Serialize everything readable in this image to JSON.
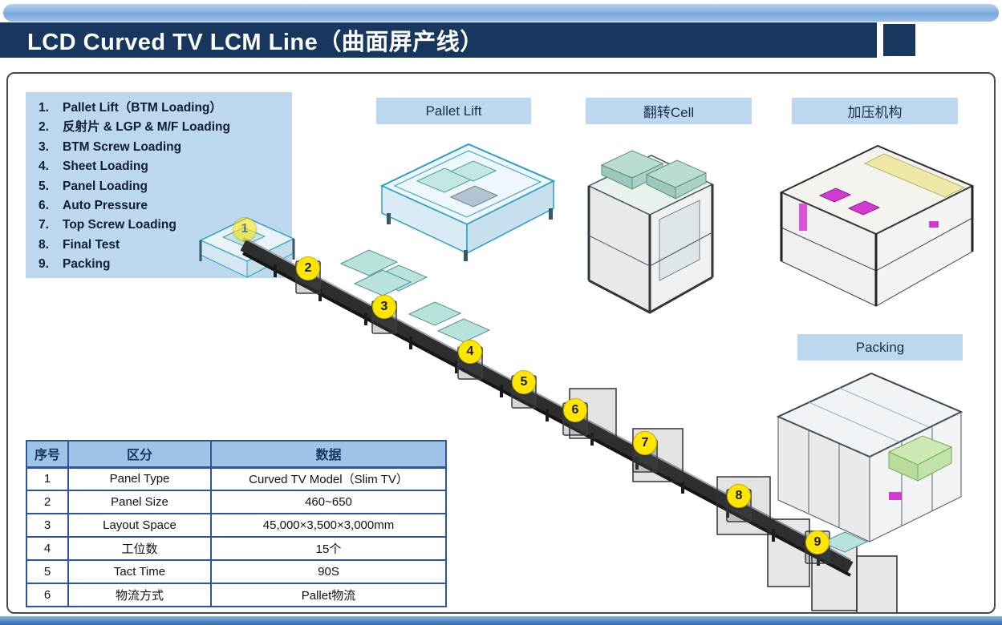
{
  "colors": {
    "accent_navy": "#17375E",
    "accent_light_blue": "#BDD7EE",
    "table_header_blue": "#9DC3E6",
    "table_border_blue": "#2F5597",
    "marker_yellow": "#FFE600"
  },
  "header": {
    "title": "LCD Curved TV LCM Line（曲面屏产线）"
  },
  "process_list": {
    "items": [
      {
        "num": "1.",
        "label": "Pallet Lift（BTM Loading）"
      },
      {
        "num": "2.",
        "label": "反射片 & LGP & M/F Loading"
      },
      {
        "num": "3.",
        "label": "BTM Screw Loading"
      },
      {
        "num": "4.",
        "label": "Sheet Loading"
      },
      {
        "num": "5.",
        "label": "Panel Loading"
      },
      {
        "num": "6.",
        "label": "Auto Pressure"
      },
      {
        "num": "7.",
        "label": "Top Screw Loading"
      },
      {
        "num": "8.",
        "label": "Final Test"
      },
      {
        "num": "9.",
        "label": "Packing"
      }
    ]
  },
  "stations": {
    "pallet_lift": "Pallet Lift",
    "flip_cell": "翻转Cell",
    "press_unit": "加压机构",
    "packing": "Packing"
  },
  "markers": [
    "1",
    "2",
    "3",
    "4",
    "5",
    "6",
    "7",
    "8",
    "9"
  ],
  "spec_table": {
    "headers": [
      "序号",
      "区分",
      "数据"
    ],
    "rows": [
      [
        "1",
        "Panel Type",
        "Curved TV Model（Slim TV）"
      ],
      [
        "2",
        "Panel Size",
        "460~650"
      ],
      [
        "3",
        "Layout Space",
        "45,000×3,500×3,000mm"
      ],
      [
        "4",
        "工位数",
        "15个"
      ],
      [
        "5",
        "Tact Time",
        "90S"
      ],
      [
        "6",
        "物流方式",
        "Pallet物流"
      ]
    ]
  }
}
